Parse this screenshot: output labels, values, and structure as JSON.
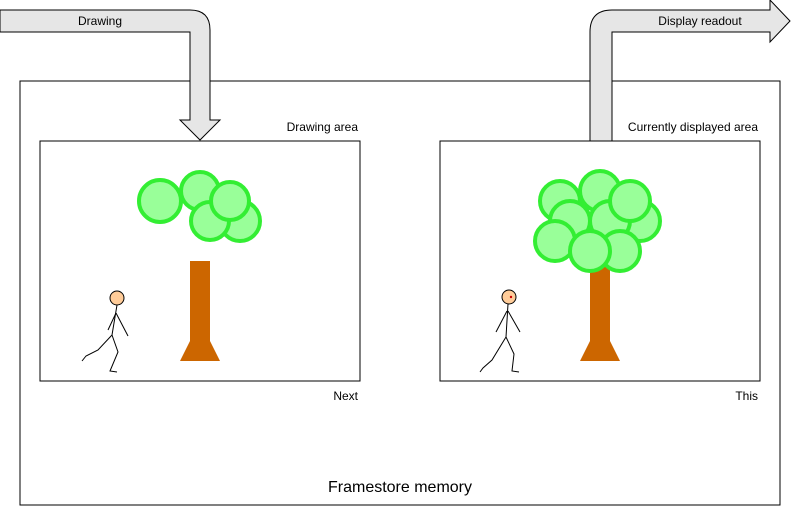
{
  "arrows": {
    "drawing_label": "Drawing",
    "display_label": "Display readout"
  },
  "framestore": {
    "label": "Framestore memory"
  },
  "buffers": [
    {
      "title": "Drawing area",
      "caption": "Next"
    },
    {
      "title": "Currently displayed area",
      "caption": "This"
    }
  ],
  "colors": {
    "arrow_fill": "#e6e6e6",
    "foliage_fill": "#99ff99",
    "foliage_stroke": "#33ee33",
    "trunk": "#cc6600",
    "head": "#ffcc99",
    "eye": "#cc0000",
    "line": "#000000"
  }
}
